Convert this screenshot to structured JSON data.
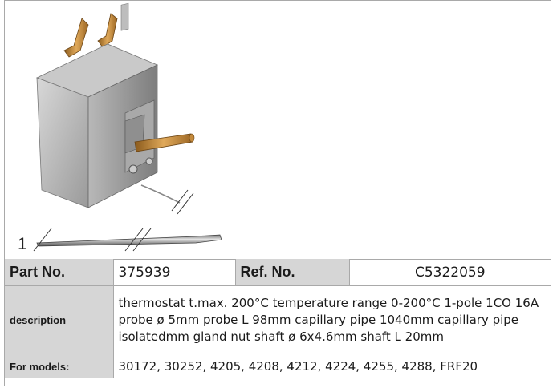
{
  "figure": {
    "number": "1"
  },
  "table": {
    "part_no_label": "Part No.",
    "part_no_value": "375939",
    "ref_no_label": "Ref. No.",
    "ref_no_value": "C5322059",
    "description_label": "description",
    "description_value": "thermostat  t.max. 200°C temperature range 0-200°C 1-pole 1CO 16A probe ø 5mm probe L 98mm capillary pipe 1040mm capillary pipe isolatedmm gland nut shaft ø 6x4.6mm shaft L 20mm",
    "models_label": "For models:",
    "models_value": "30172, 30252, 4205, 4208, 4212, 4224, 4255, 4288, FRF20"
  }
}
